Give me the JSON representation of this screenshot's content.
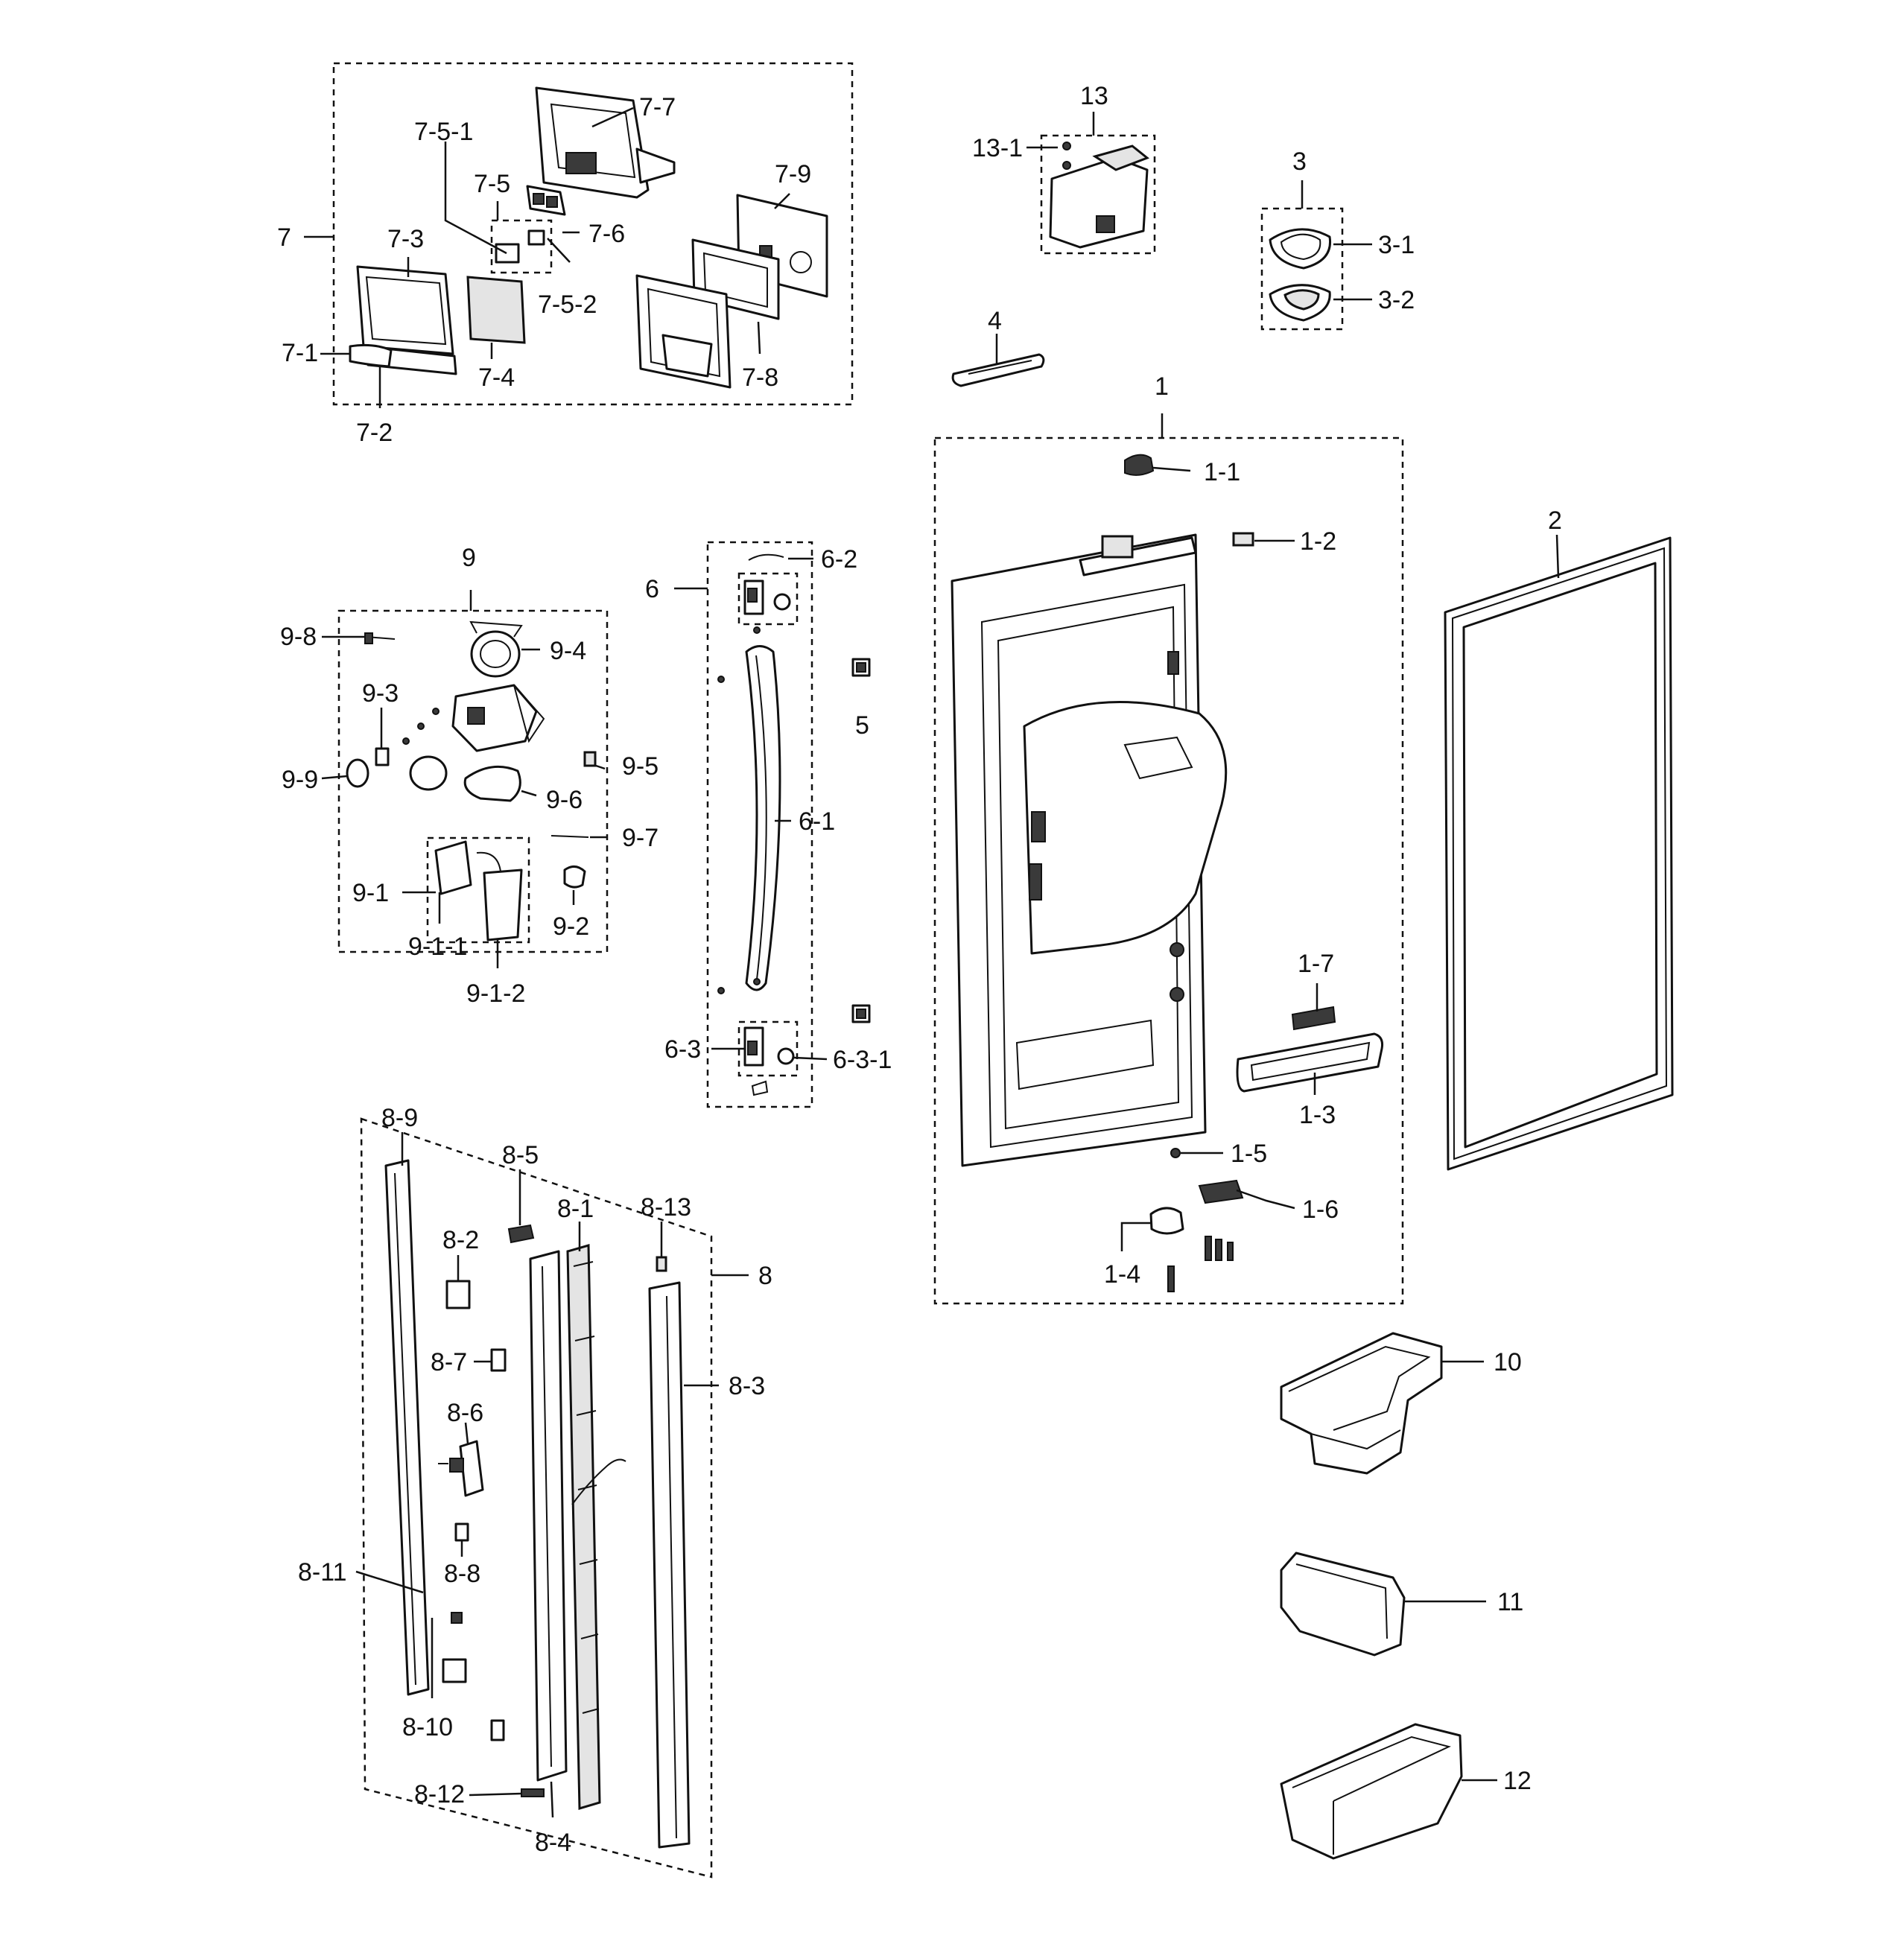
{
  "diagram": {
    "callouts": [
      {
        "id": "c7",
        "text": "7"
      },
      {
        "id": "c7-1",
        "text": "7-1"
      },
      {
        "id": "c7-2",
        "text": "7-2"
      },
      {
        "id": "c7-3",
        "text": "7-3"
      },
      {
        "id": "c7-4",
        "text": "7-4"
      },
      {
        "id": "c7-5",
        "text": "7-5"
      },
      {
        "id": "c7-5-1",
        "text": "7-5-1"
      },
      {
        "id": "c7-5-2",
        "text": "7-5-2"
      },
      {
        "id": "c7-6",
        "text": "7-6"
      },
      {
        "id": "c7-7",
        "text": "7-7"
      },
      {
        "id": "c7-8",
        "text": "7-8"
      },
      {
        "id": "c7-9",
        "text": "7-9"
      },
      {
        "id": "c13",
        "text": "13"
      },
      {
        "id": "c13-1",
        "text": "13-1"
      },
      {
        "id": "c3",
        "text": "3"
      },
      {
        "id": "c3-1",
        "text": "3-1"
      },
      {
        "id": "c3-2",
        "text": "3-2"
      },
      {
        "id": "c4",
        "text": "4"
      },
      {
        "id": "c1",
        "text": "1"
      },
      {
        "id": "c1-1",
        "text": "1-1"
      },
      {
        "id": "c1-2",
        "text": "1-2"
      },
      {
        "id": "c1-3",
        "text": "1-3"
      },
      {
        "id": "c1-4",
        "text": "1-4"
      },
      {
        "id": "c1-5",
        "text": "1-5"
      },
      {
        "id": "c1-6",
        "text": "1-6"
      },
      {
        "id": "c1-7",
        "text": "1-7"
      },
      {
        "id": "c2",
        "text": "2"
      },
      {
        "id": "c9",
        "text": "9"
      },
      {
        "id": "c9-1",
        "text": "9-1"
      },
      {
        "id": "c9-1-1",
        "text": "9-1-1"
      },
      {
        "id": "c9-1-2",
        "text": "9-1-2"
      },
      {
        "id": "c9-2",
        "text": "9-2"
      },
      {
        "id": "c9-3",
        "text": "9-3"
      },
      {
        "id": "c9-4",
        "text": "9-4"
      },
      {
        "id": "c9-5",
        "text": "9-5"
      },
      {
        "id": "c9-6",
        "text": "9-6"
      },
      {
        "id": "c9-7",
        "text": "9-7"
      },
      {
        "id": "c9-8",
        "text": "9-8"
      },
      {
        "id": "c9-9",
        "text": "9-9"
      },
      {
        "id": "c6",
        "text": "6"
      },
      {
        "id": "c6-1",
        "text": "6-1"
      },
      {
        "id": "c6-2",
        "text": "6-2"
      },
      {
        "id": "c6-3",
        "text": "6-3"
      },
      {
        "id": "c6-3-1",
        "text": "6-3-1"
      },
      {
        "id": "c5",
        "text": "5"
      },
      {
        "id": "c8",
        "text": "8"
      },
      {
        "id": "c8-1",
        "text": "8-1"
      },
      {
        "id": "c8-2",
        "text": "8-2"
      },
      {
        "id": "c8-3",
        "text": "8-3"
      },
      {
        "id": "c8-4",
        "text": "8-4"
      },
      {
        "id": "c8-5",
        "text": "8-5"
      },
      {
        "id": "c8-6",
        "text": "8-6"
      },
      {
        "id": "c8-7",
        "text": "8-7"
      },
      {
        "id": "c8-8",
        "text": "8-8"
      },
      {
        "id": "c8-9",
        "text": "8-9"
      },
      {
        "id": "c8-10",
        "text": "8-10"
      },
      {
        "id": "c8-11",
        "text": "8-11"
      },
      {
        "id": "c8-12",
        "text": "8-12"
      },
      {
        "id": "c8-13",
        "text": "8-13"
      },
      {
        "id": "c10",
        "text": "10"
      },
      {
        "id": "c11",
        "text": "11"
      },
      {
        "id": "c12",
        "text": "12"
      }
    ]
  }
}
